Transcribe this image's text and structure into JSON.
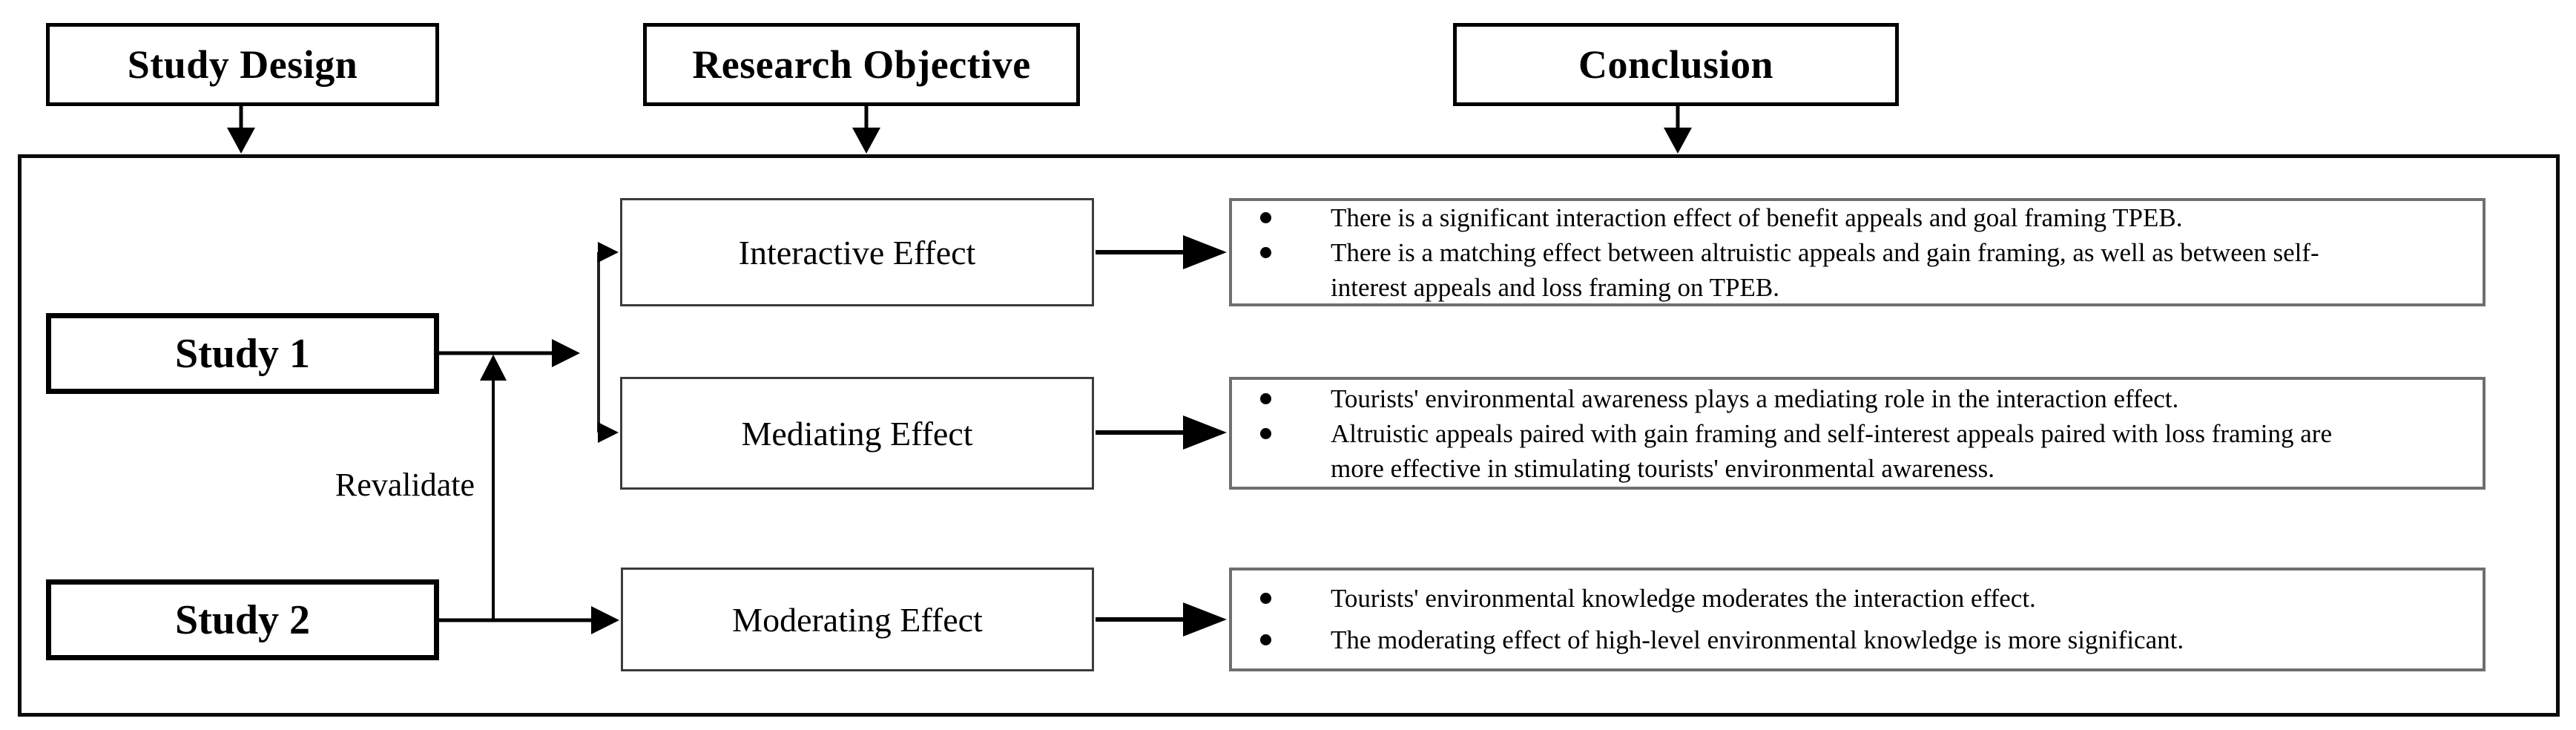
{
  "headers": {
    "study_design": "Study Design",
    "research_objective": "Research Objective",
    "conclusion": "Conclusion"
  },
  "studies": {
    "study1": "Study 1",
    "study2": "Study 2"
  },
  "revalidate_label": "Revalidate",
  "objectives": {
    "interactive": "Interactive Effect",
    "mediating": "Mediating Effect",
    "moderating": "Moderating Effect"
  },
  "conclusions": [
    {
      "bullets": [
        "There is a significant interaction effect of benefit appeals and goal framing TPEB.",
        "There is a matching effect between altruistic appeals and gain framing, as well as between self-interest appeals and loss framing on TPEB."
      ]
    },
    {
      "bullets": [
        "Tourists' environmental awareness plays a mediating role in the interaction effect.",
        "Altruistic appeals paired with gain framing and self-interest appeals paired with loss framing are more effective in stimulating tourists' environmental awareness."
      ]
    },
    {
      "bullets": [
        "Tourists' environmental knowledge moderates the interaction effect.",
        "The moderating effect of high-level environmental knowledge is more significant."
      ]
    }
  ],
  "bullet_glyph": "•",
  "colors": {
    "line": "#000000",
    "text": "#000000",
    "background": "#ffffff",
    "container_border": "#0a0a0a",
    "effect_box_border": "#3c3c3c",
    "conclusion_box_border": "#6f6f6f"
  }
}
